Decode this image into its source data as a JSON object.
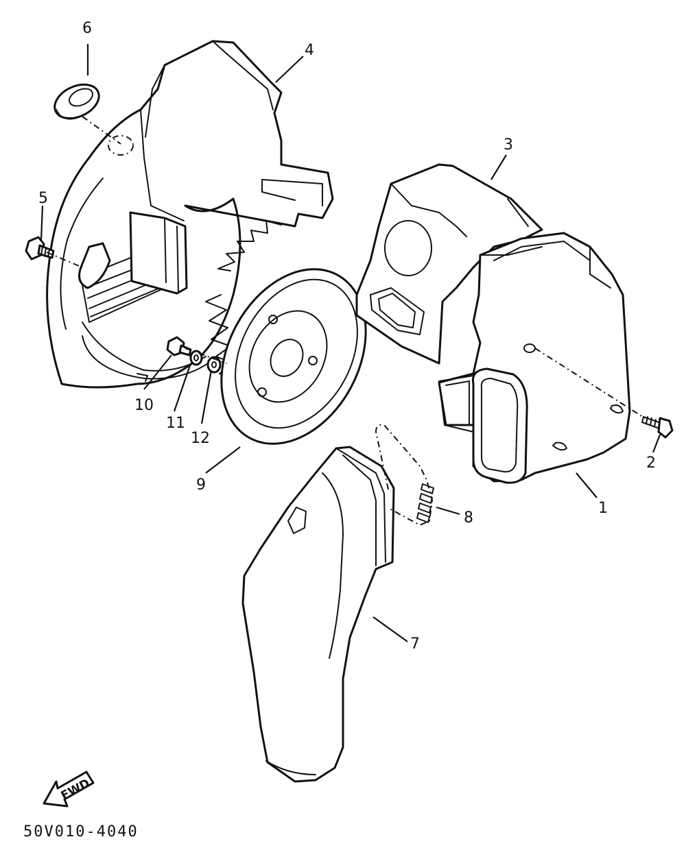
{
  "diagram": {
    "parts": [
      {
        "id": "p1",
        "label": "1"
      },
      {
        "id": "p2",
        "label": "2"
      },
      {
        "id": "p3",
        "label": "3"
      },
      {
        "id": "p4",
        "label": "4"
      },
      {
        "id": "p5",
        "label": "5"
      },
      {
        "id": "p6",
        "label": "6"
      },
      {
        "id": "p7",
        "label": "7"
      },
      {
        "id": "p8",
        "label": "8"
      },
      {
        "id": "p9",
        "label": "9"
      },
      {
        "id": "p10",
        "label": "10"
      },
      {
        "id": "p11",
        "label": "11"
      },
      {
        "id": "p12",
        "label": "12"
      }
    ],
    "direction_label": "FWD",
    "drawing_code": "50V010-4040"
  }
}
